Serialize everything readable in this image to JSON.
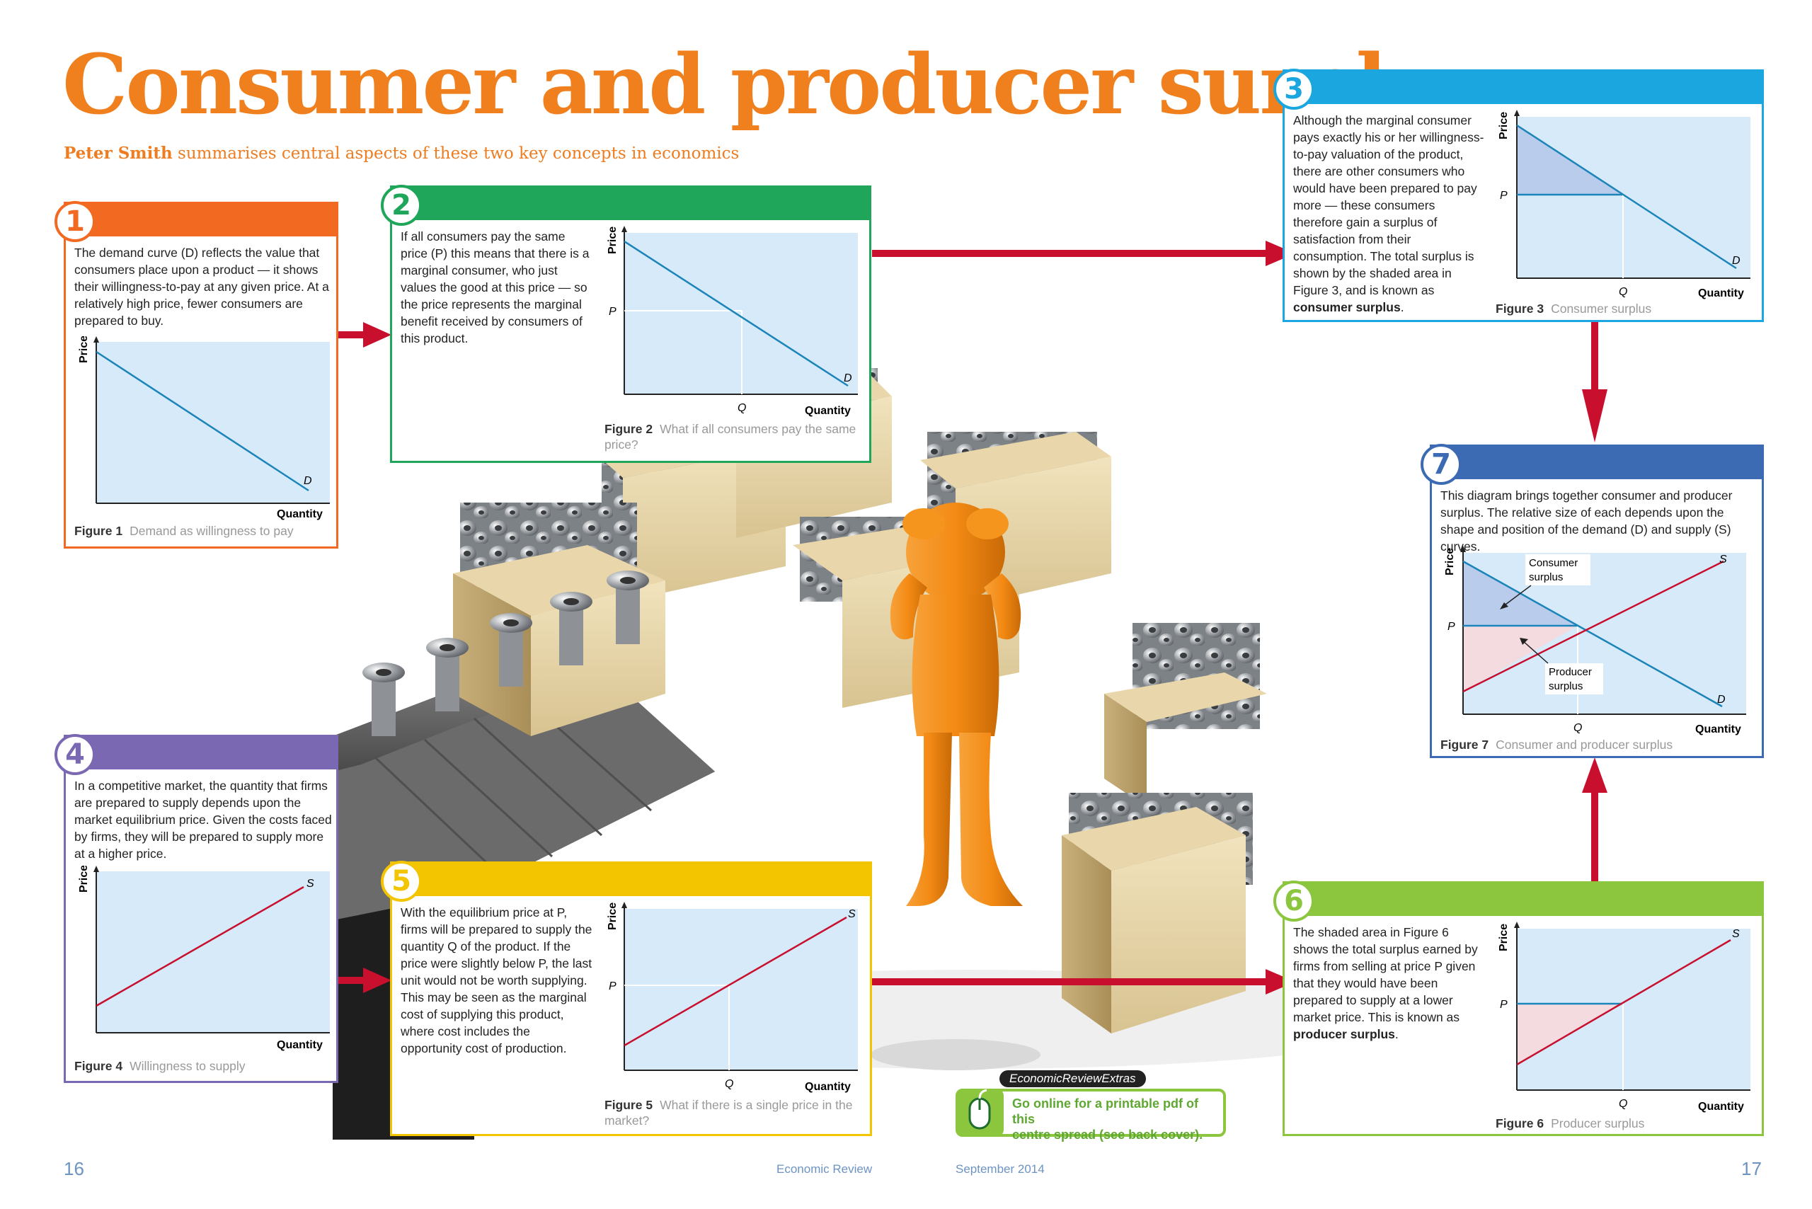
{
  "title": "Consumer and producer surplus",
  "subtitle": {
    "author": "Peter Smith",
    "rest": "summarises central aspects of these two key concepts in economics"
  },
  "colors": {
    "title": "#f0801e",
    "panel1": "#f26a21",
    "panel2": "#1fa65a",
    "panel3": "#1ba6e0",
    "panel4": "#7b68b2",
    "panel5": "#f2c500",
    "panel6": "#8cc63f",
    "panel7": "#3d6bb3",
    "arrow": "#c8102e",
    "demand_line": "#1b84b9",
    "supply_line": "#c8102e",
    "chart_bg": "#d6eafa"
  },
  "axis_labels": {
    "price": "Price",
    "quantity": "Quantity",
    "p": "P",
    "q": "Q",
    "d": "D",
    "s": "S"
  },
  "panels": {
    "p1": {
      "number": "1",
      "text": "The demand curve (D) reflects the value that consumers place upon a product — it shows their willingness-to-pay at any given price. At a relatively high price, fewer consumers are prepared to buy.",
      "figure_label": "Figure 1",
      "figure_title": "Demand as willingness to pay"
    },
    "p2": {
      "number": "2",
      "text": "If all consumers pay the same price (P) this means that there is a marginal consumer, who just values the good at this price — so the price represents the marginal benefit received by consumers of this product.",
      "figure_label": "Figure 2",
      "figure_title": "What if all consumers pay the same price?"
    },
    "p3": {
      "number": "3",
      "text": "Although the marginal consumer pays exactly his or her willingness-to-pay valuation of the product, there are other consumers who would have been prepared to pay more — these consumers therefore gain a surplus of satisfaction from their consumption. The total surplus is shown by the shaded area in Figure 3, and is known as",
      "text_bold": "consumer surplus",
      "figure_label": "Figure 3",
      "figure_title": "Consumer surplus"
    },
    "p4": {
      "number": "4",
      "text": "In a competitive market, the quantity that firms are prepared to supply depends upon the market equilibrium price. Given the costs faced by firms, they will be prepared to supply more at a higher price.",
      "figure_label": "Figure 4",
      "figure_title": "Willingness to supply"
    },
    "p5": {
      "number": "5",
      "text": "With the equilibrium price at P, firms will be prepared to supply the quantity Q of the product. If the price were slightly below P, the last unit would not be worth supplying. This may be seen as the marginal cost of supplying this product, where cost includes the opportunity cost of production.",
      "figure_label": "Figure 5",
      "figure_title": "What if there is a single price in the market?"
    },
    "p6": {
      "number": "6",
      "text": "The shaded area in Figure 6 shows the total surplus earned by firms from selling at price P given that they would have been prepared to supply at a lower market price. This is known as",
      "text_bold": "producer surplus",
      "figure_label": "Figure 6",
      "figure_title": "Producer surplus"
    },
    "p7": {
      "number": "7",
      "text": "This diagram brings together consumer and producer surplus. The relative size of each depends upon the shape and position of the demand (D) and supply (S) curves.",
      "figure_label": "Figure 7",
      "figure_title": "Consumer and producer surplus",
      "callout_consumer": "Consumer surplus",
      "callout_producer": "Producer surplus"
    }
  },
  "extras": {
    "badge": "EconomicReviewExtras",
    "line1": "Go online for a printable pdf of this",
    "line2": "centre spread (see back cover)."
  },
  "footer": {
    "page_left": "16",
    "magazine": "Economic Review",
    "date": "September 2014",
    "page_right": "17"
  }
}
